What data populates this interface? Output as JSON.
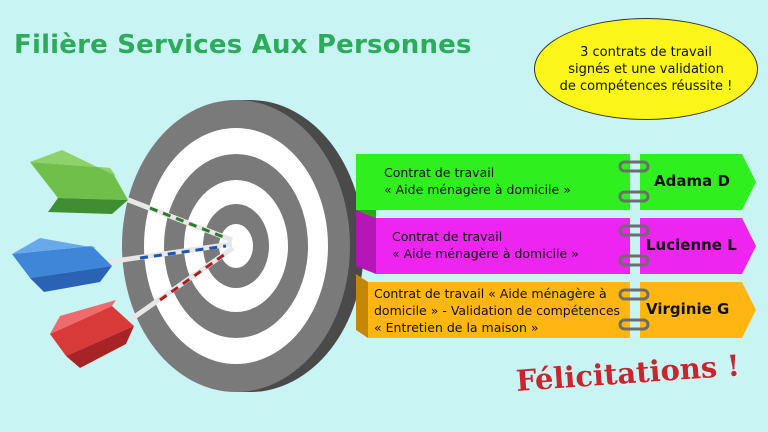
{
  "title": "Filière Services Aux Personnes",
  "bubble": {
    "line1": "3 contrats de travail",
    "line2": "signés et une validation",
    "line3": "de compétences réussite !"
  },
  "rows": [
    {
      "line1": "Contrat de travail",
      "line2": "« Aide ménagère à domicile »",
      "name": "Adama D",
      "color": "#2fef1e"
    },
    {
      "line1": "Contrat de travail",
      "line2": "« Aide ménagère à domicile »",
      "name": "Lucienne L",
      "color": "#ee24f0"
    },
    {
      "line1": "Contrat de travail « Aide ménagère à",
      "line2": "domicile » - Validation de compétences",
      "line3": "« Entretien de la maison »",
      "name": "Virginie G",
      "color": "#ffb611"
    }
  ],
  "congrats": "Félicitations !",
  "icons": {
    "target": "dartboard-target-icon",
    "dart_green": "green-dart-icon",
    "dart_blue": "blue-dart-icon",
    "dart_red": "red-dart-icon"
  }
}
